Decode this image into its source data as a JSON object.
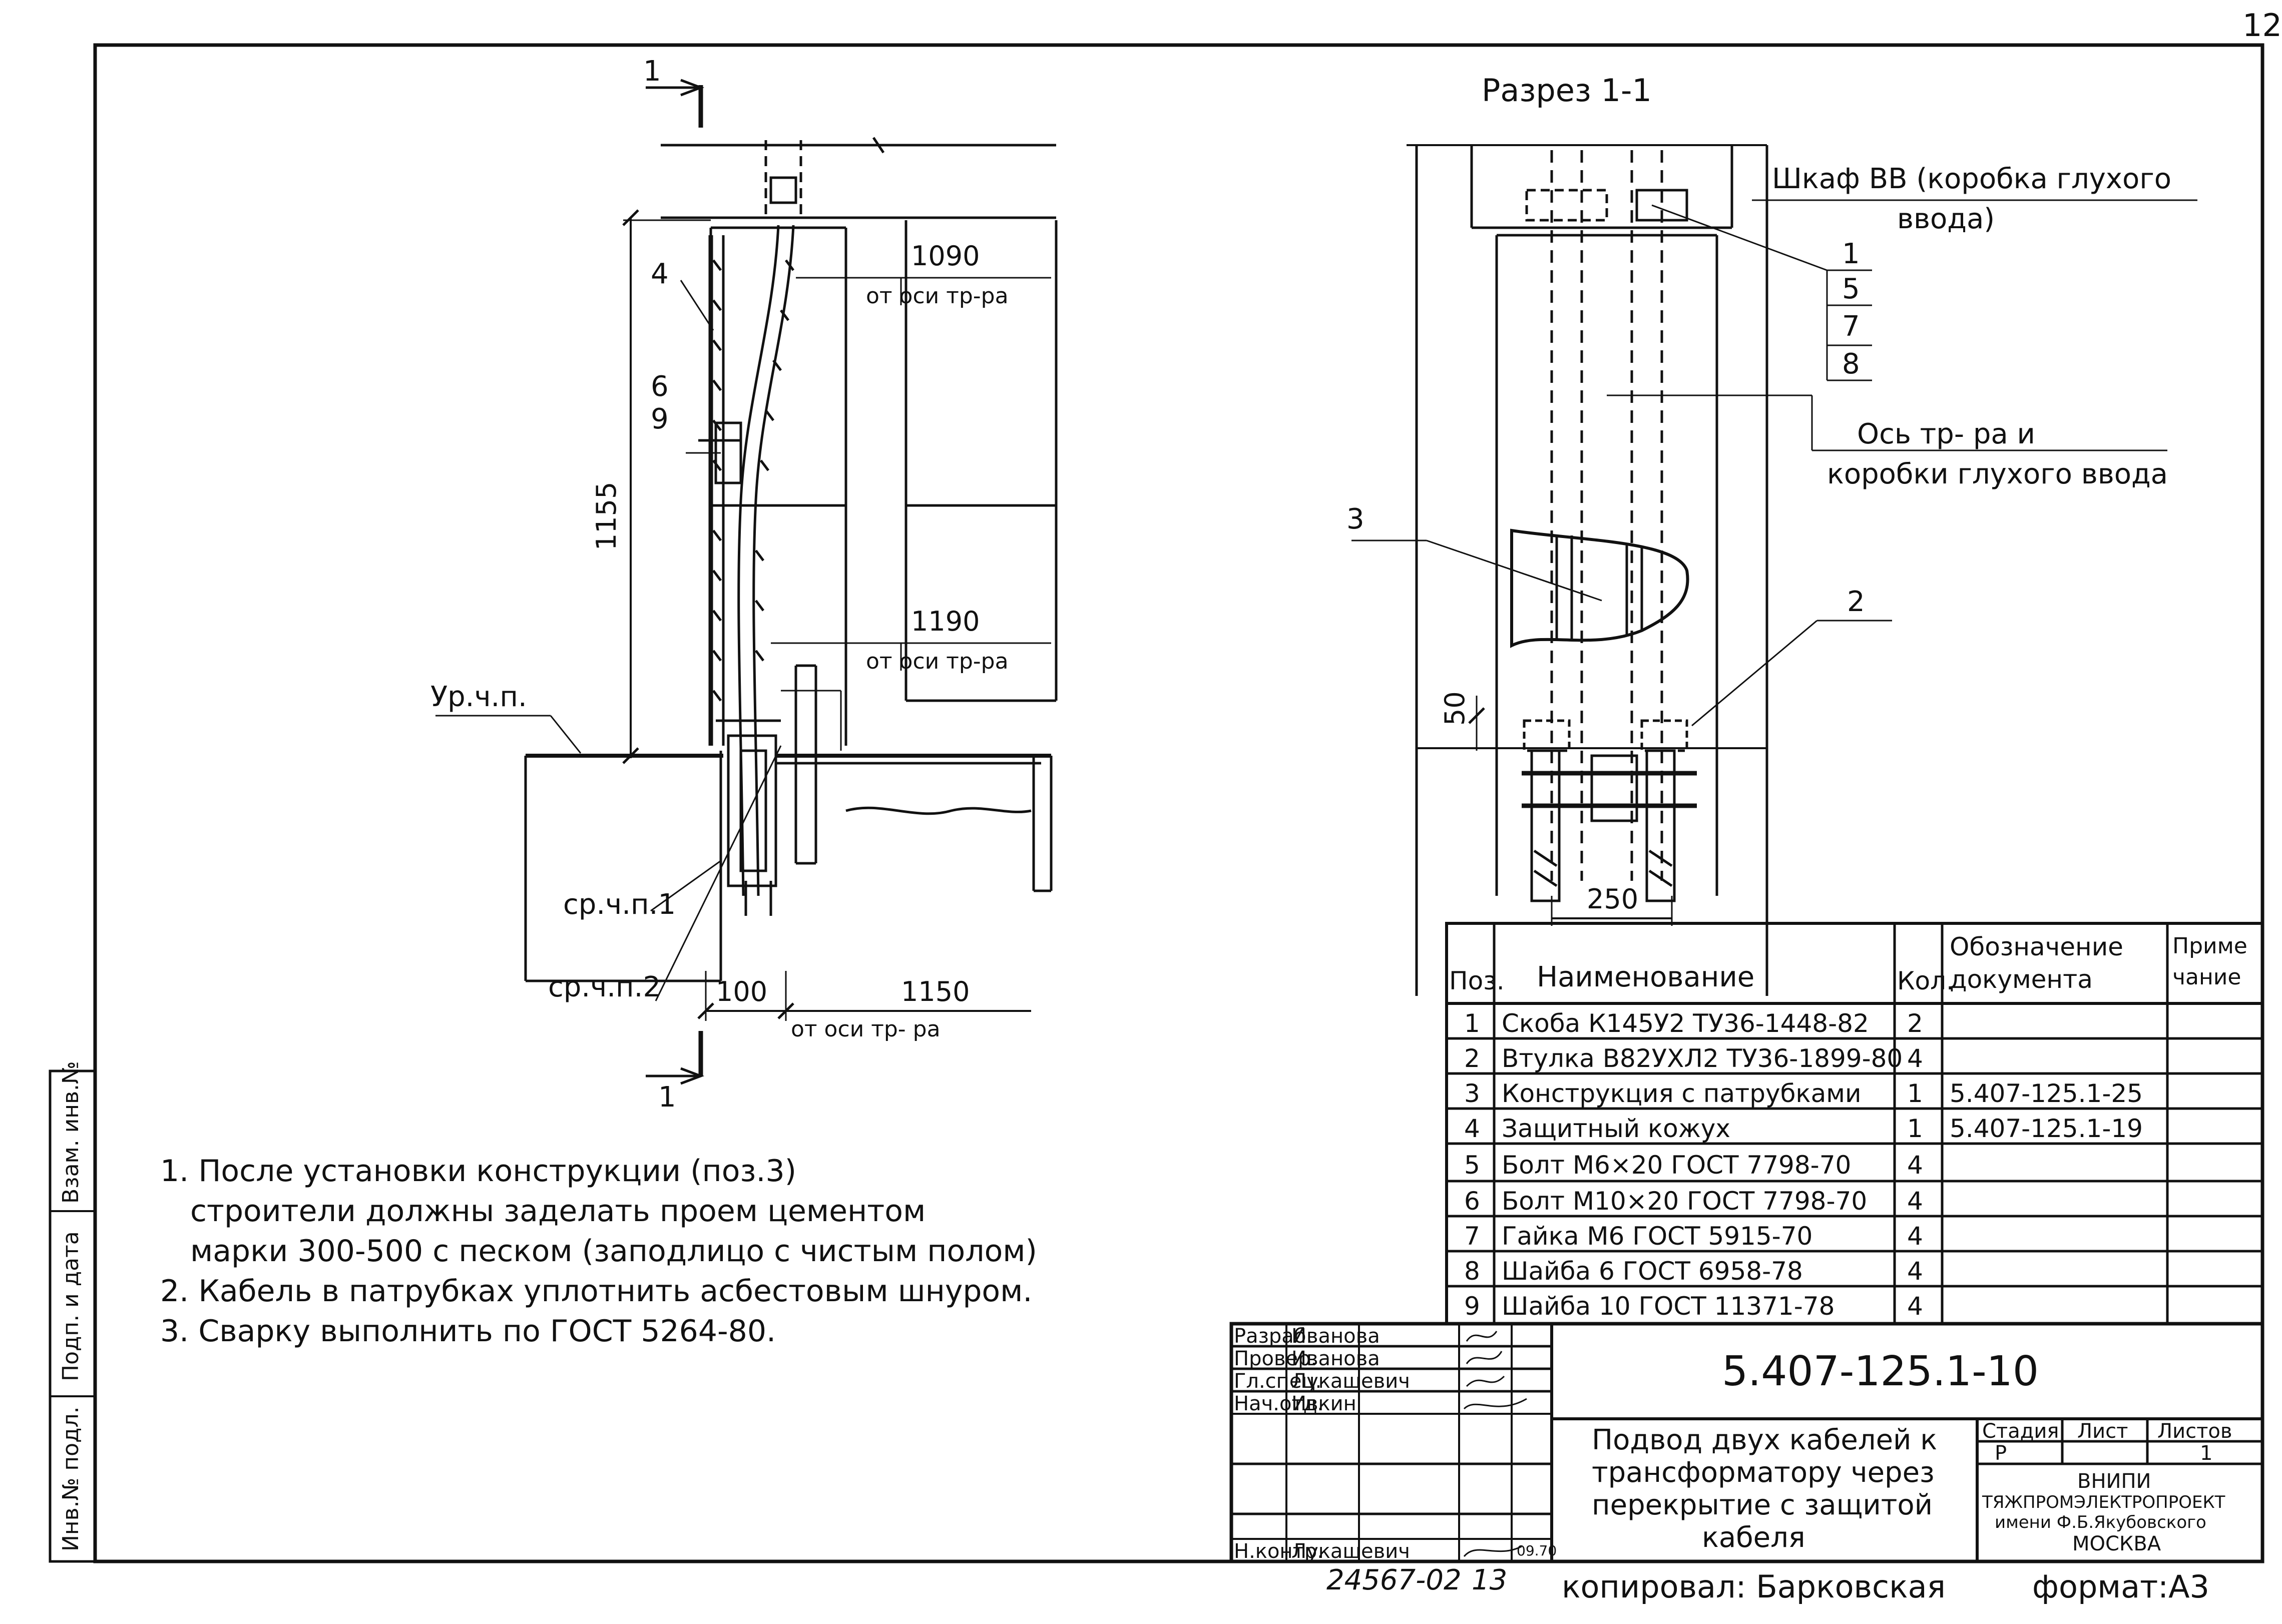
{
  "sheet": {
    "number": "12",
    "section_title": "Разрез 1-1",
    "copied": "копировал: Барковская",
    "format": "формат:А3",
    "inventory": "24567-02",
    "inventory_sheet": "13"
  },
  "left_view": {
    "section_marks": [
      "1",
      "1"
    ],
    "labels": {
      "pos4": "4",
      "pos6": "6",
      "pos9": "9",
      "level": "Ур.ч.п.",
      "floor1": "ср.ч.п.1",
      "floor2": "ср.ч.п.2"
    },
    "dims": {
      "h1155": "1155",
      "d1090": "1090",
      "d1090_note": "от оси тр-ра",
      "d1190": "1190",
      "d1190_note": "от оси тр-ра",
      "d100": "100",
      "d1150": "1150",
      "d1150_note": "от оси тр- ра"
    }
  },
  "right_view": {
    "cabinet_label_1": "Шкаф ВВ (коробка глухого",
    "cabinet_label_2": "ввода)",
    "callout_stack": [
      "1",
      "5",
      "7",
      "8"
    ],
    "axis_label_1": "Ось тр- ра и",
    "axis_label_2": "коробки глухого ввода",
    "pos3": "3",
    "pos2": "2",
    "dim50": "50",
    "dim250": "250"
  },
  "spec_table": {
    "headers": {
      "pos": "Поз.",
      "name": "Наименование",
      "qty": "Кол.",
      "designation": "Обозначение документа",
      "note": "Приме чание"
    },
    "rows": [
      {
        "pos": "1",
        "name": "Скоба К145У2 ТУ36-1448-82",
        "qty": "2",
        "doc": ""
      },
      {
        "pos": "2",
        "name": "Втулка В82УХЛ2 ТУ36-1899-80",
        "qty": "4",
        "doc": ""
      },
      {
        "pos": "3",
        "name": "Конструкция с патрубками",
        "qty": "1",
        "doc": "5.407-125.1-25"
      },
      {
        "pos": "4",
        "name": "Защитный кожух",
        "qty": "1",
        "doc": "5.407-125.1-19"
      },
      {
        "pos": "5",
        "name": "Болт М6×20 ГОСТ 7798-70",
        "qty": "4",
        "doc": ""
      },
      {
        "pos": "6",
        "name": "Болт М10×20 ГОСТ 7798-70",
        "qty": "4",
        "doc": ""
      },
      {
        "pos": "7",
        "name": "Гайка М6 ГОСТ 5915-70",
        "qty": "4",
        "doc": ""
      },
      {
        "pos": "8",
        "name": "Шайба 6 ГОСТ 6958-78",
        "qty": "4",
        "doc": ""
      },
      {
        "pos": "9",
        "name": "Шайба 10 ГОСТ 11371-78",
        "qty": "4",
        "doc": ""
      }
    ]
  },
  "notes": [
    "1. После установки конструкции (поз.3)",
    "строители должны заделать проем цементом",
    "марки 300-500 с песком (заподлицо с чистым полом)",
    "2. Кабель в патрубках уплотнить асбестовым шнуром.",
    "3. Сварку выполнить по ГОСТ 5264-80."
  ],
  "side_stamp": [
    "Инв.№ подл.",
    "Подп. и дата",
    "Взам. инв.№"
  ],
  "title_block": {
    "roles": [
      {
        "role": "Разраб.",
        "name": "Иванова"
      },
      {
        "role": "Провер.",
        "name": "Иванова"
      },
      {
        "role": "Гл.спец.",
        "name": "Лукашевич"
      },
      {
        "role": "Нач.отд.",
        "name": "Ивкин"
      },
      {
        "role": "Н.контр.",
        "name": "Лукашевич"
      }
    ],
    "date": "09.70",
    "doc_code": "5.407-125.1-10",
    "doc_title": [
      "Подвод двух кабелей к",
      "трансформатору через",
      "перекрытие с защитой",
      "кабеля"
    ],
    "stage_h": "Стадия",
    "sheet_h": "Лист",
    "sheets_h": "Листов",
    "stage_v": "Р",
    "sheets_v": "1",
    "org": [
      "ВНИПИ",
      "ТЯЖПРОМЭЛЕКТРОПРОЕКТ",
      "имени Ф.Б.Якубовского",
      "МОСКВА"
    ]
  }
}
